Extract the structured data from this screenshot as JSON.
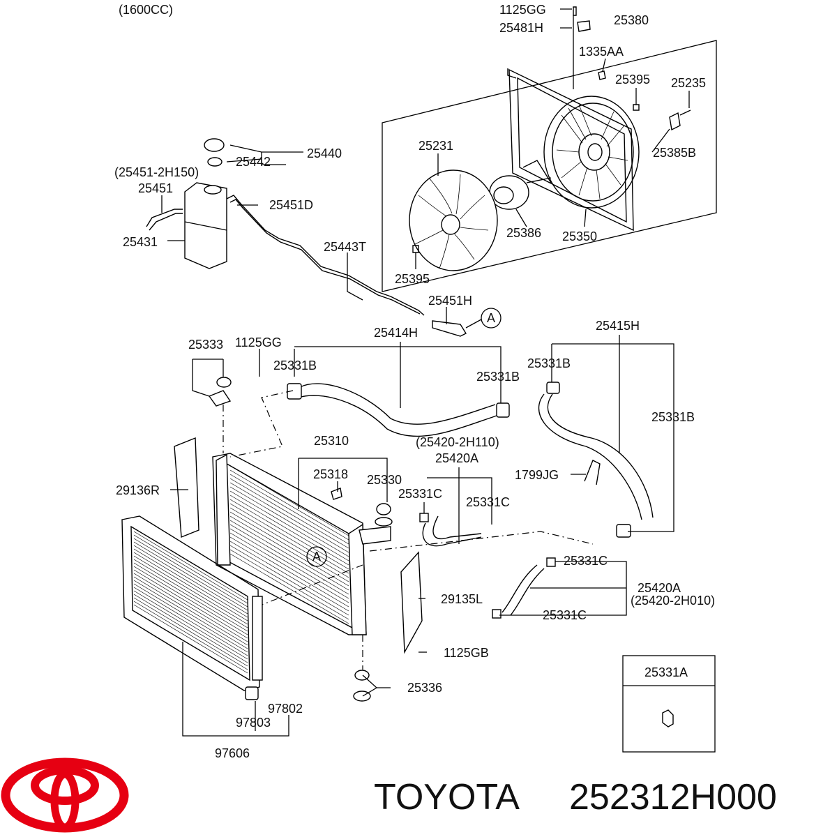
{
  "engine_note": "(1600CC)",
  "labels": {
    "p1125GG_top": "1125GG",
    "p25481H": "25481H",
    "p25380": "25380",
    "p1335AA": "1335AA",
    "p25395_a": "25395",
    "p25235": "25235",
    "p25385B": "25385B",
    "p25231": "25231",
    "p25386": "25386",
    "p25350": "25350",
    "p25395_b": "25395",
    "p25440": "25440",
    "p25442": "25442",
    "p25451_alt": "(25451-2H150)",
    "p25451": "25451",
    "p25451D": "25451D",
    "p25431": "25431",
    "p25443T": "25443T",
    "p25451H": "25451H",
    "ref_a_top": "A",
    "p25414H": "25414H",
    "p25415H": "25415H",
    "p25333": "25333",
    "p1125GG_mid": "1125GG",
    "p25331B_a": "25331B",
    "p25331B_b": "25331B",
    "p25331B_c": "25331B",
    "p25331B_d": "25331B",
    "p25310": "25310",
    "p25420_alt_a": "(25420-2H110)",
    "p25420A_a": "25420A",
    "p25318": "25318",
    "p25330": "25330",
    "p1799JG": "1799JG",
    "p29136R": "29136R",
    "p25331C_a": "25331C",
    "p25331C_b": "25331C",
    "p25331C_c": "25331C",
    "p25331C_d": "25331C",
    "ref_a_mid": "A",
    "p25420A_b": "25420A",
    "p25420_alt_b": "(25420-2H010)",
    "p29135L": "29135L",
    "p1125GB": "1125GB",
    "p25336": "25336",
    "p97802": "97802",
    "p97803": "97803",
    "p97606": "97606",
    "p25331A": "25331A"
  },
  "brand": {
    "name": "TOYOTA",
    "part_number": "252312H000",
    "logo_color": "#e60012"
  }
}
